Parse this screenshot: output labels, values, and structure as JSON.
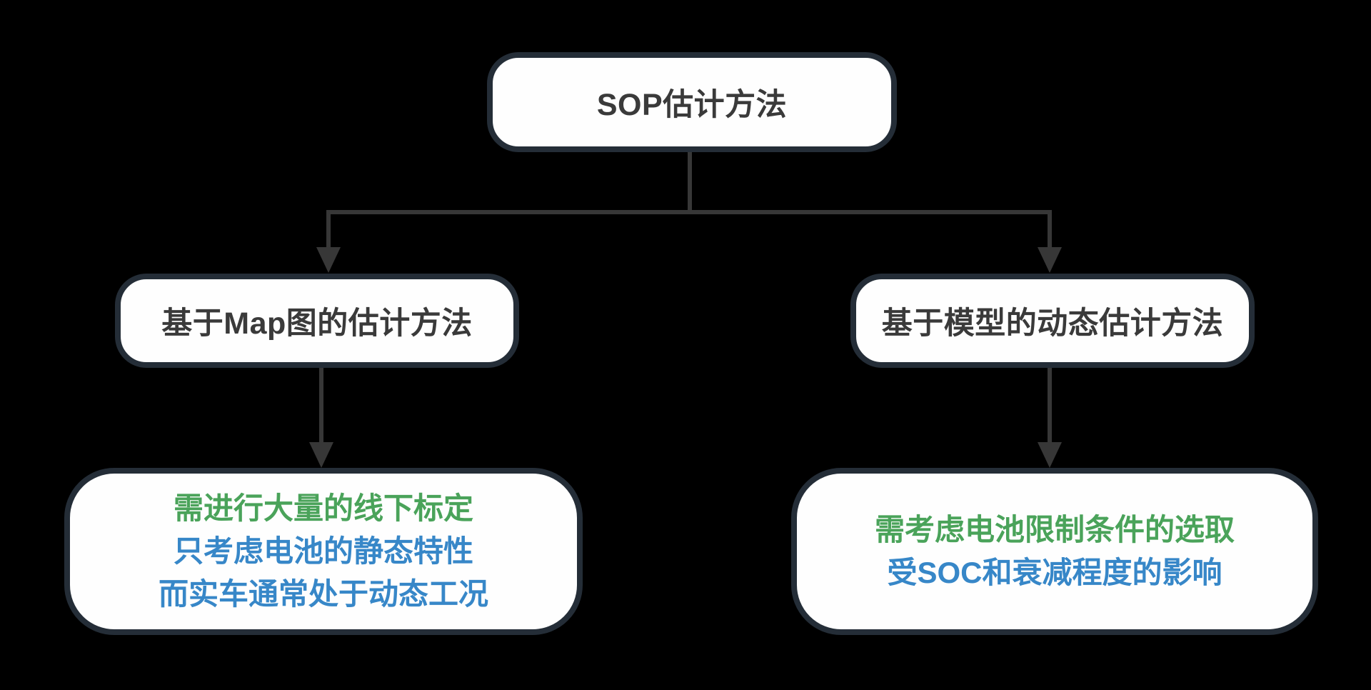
{
  "diagram": {
    "root": {
      "label": "SOP估计方法"
    },
    "branches": [
      {
        "label": "基于Map图的估计方法",
        "notes": [
          {
            "text": "需进行大量的线下标定",
            "color": "green"
          },
          {
            "text": "只考虑电池的静态特性",
            "color": "blue"
          },
          {
            "text": "而实车通常处于动态工况",
            "color": "blue"
          }
        ]
      },
      {
        "label": "基于模型的动态估计方法",
        "notes": [
          {
            "text": "需考虑电池限制条件的选取",
            "color": "green"
          },
          {
            "text": "受SOC和衰减程度的影响",
            "color": "blue"
          }
        ]
      }
    ]
  },
  "colors": {
    "background": "#000000",
    "node_fill": "#fefefe",
    "node_border": "#242d37",
    "connector": "#373737",
    "heading_text": "#3a3a3a",
    "green_text": "#4aa35a",
    "blue_text": "#3787c8"
  }
}
